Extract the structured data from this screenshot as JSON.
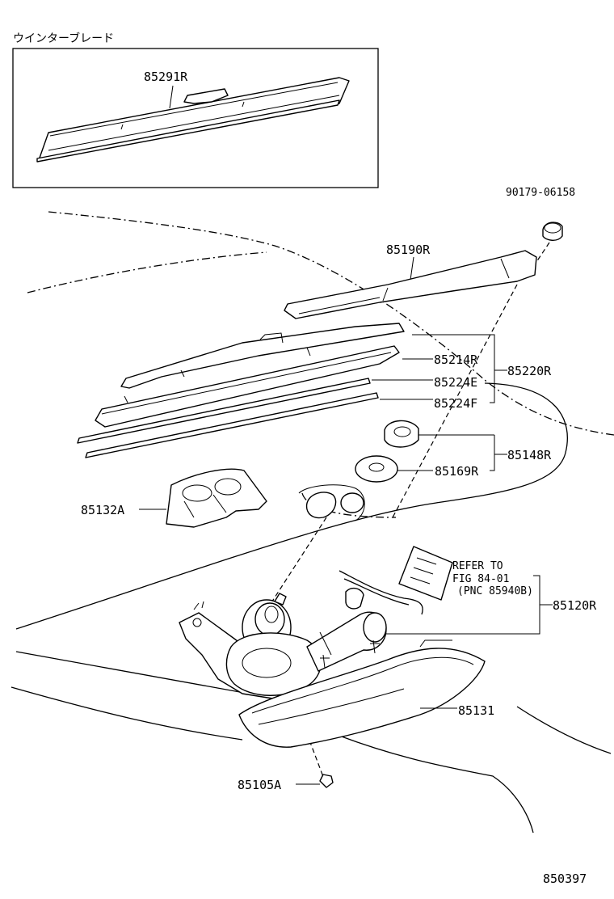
{
  "inset": {
    "title": "ウインターブレード",
    "part": "85291R"
  },
  "labels": {
    "p90179": "90179-06158",
    "p85190R": "85190R",
    "p85214R": "85214R",
    "p85224E": "85224E",
    "p85224F": "85224F",
    "p85220R": "85220R",
    "p85148R": "85148R",
    "p85169R": "85169R",
    "p85132A": "85132A",
    "p85120R": "85120R",
    "p85131": "85131",
    "p85105A": "85105A"
  },
  "refer": {
    "line1": "REFER TO",
    "line2": "FIG 84-01",
    "line3": "(PNC 85940B)"
  },
  "figure_id": "850397"
}
